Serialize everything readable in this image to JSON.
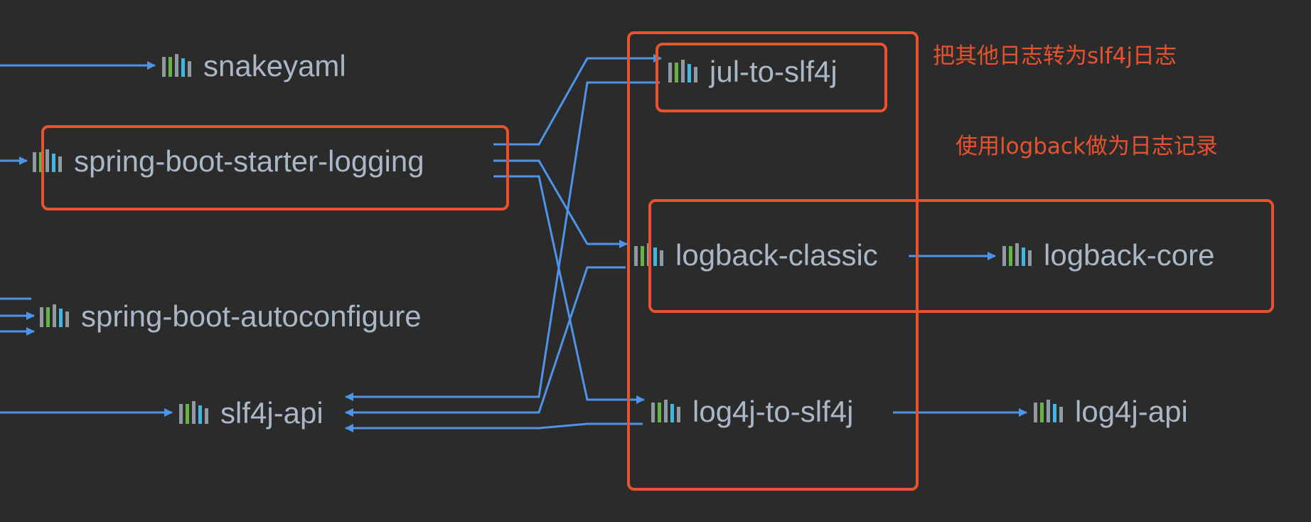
{
  "diagram": {
    "type": "maven-dependency-graph",
    "colors": {
      "background": "#2b2b2b",
      "edge": "#4e94e8",
      "highlight": "#e8522e",
      "text": "#a9b7c6",
      "annotation": "#e8522e"
    },
    "icon": "maven-library-icon",
    "nodes": [
      {
        "id": "snakeyaml",
        "label": "snakeyaml"
      },
      {
        "id": "starter-logging",
        "label": "spring-boot-starter-logging"
      },
      {
        "id": "autoconfigure",
        "label": "spring-boot-autoconfigure"
      },
      {
        "id": "slf4j-api",
        "label": "slf4j-api"
      },
      {
        "id": "jul-to-slf4j",
        "label": "jul-to-slf4j"
      },
      {
        "id": "logback-classic",
        "label": "logback-classic"
      },
      {
        "id": "logback-core",
        "label": "logback-core"
      },
      {
        "id": "log4j-to-slf4j",
        "label": "log4j-to-slf4j"
      },
      {
        "id": "log4j-api",
        "label": "log4j-api"
      }
    ],
    "edges": [
      {
        "from": "(offscreen)",
        "to": "snakeyaml"
      },
      {
        "from": "(offscreen)",
        "to": "starter-logging"
      },
      {
        "from": "(offscreen)",
        "to": "autoconfigure"
      },
      {
        "from": "(offscreen)",
        "to": "slf4j-api"
      },
      {
        "from": "starter-logging",
        "to": "jul-to-slf4j"
      },
      {
        "from": "starter-logging",
        "to": "logback-classic"
      },
      {
        "from": "starter-logging",
        "to": "log4j-to-slf4j"
      },
      {
        "from": "jul-to-slf4j",
        "to": "slf4j-api"
      },
      {
        "from": "logback-classic",
        "to": "slf4j-api"
      },
      {
        "from": "logback-classic",
        "to": "logback-core"
      },
      {
        "from": "log4j-to-slf4j",
        "to": "slf4j-api"
      },
      {
        "from": "log4j-to-slf4j",
        "to": "log4j-api"
      }
    ],
    "annotations": [
      {
        "id": "bridge-note",
        "text": "把其他日志转为slf4j日志"
      },
      {
        "id": "logback-note",
        "text": "使用logback做为日志记录"
      }
    ]
  }
}
